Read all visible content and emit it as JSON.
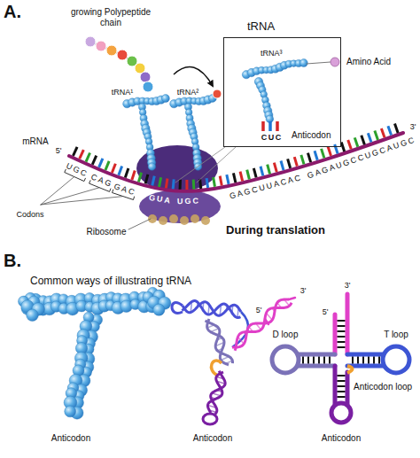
{
  "diagram": {
    "nodes": [
      {
        "text": [
          "tRNA",
          "tRNA³",
          "C",
          "U",
          "C",
          "Anticodon"
        ]
      }
    ],
    "labels": [
      "A.",
      "growing Polypeptide chain",
      "tRNA¹",
      "tRNA²",
      "Amino Acid",
      "mRNA",
      "5'",
      "3'",
      "UGC",
      "CAG",
      "GAC",
      "GUA",
      "UGC",
      "GAGCUUACAC",
      "GAGAUGCCUGCAUGC",
      "Codons",
      "Ribosome",
      "During translation",
      "B.",
      "Common ways of illustrating tRNA",
      "Anticodon",
      "5'",
      "3'",
      "Anticodon",
      "3'",
      "5'",
      "D loop",
      "T loop",
      "Anticodon loop",
      "Anticodon"
    ]
  }
}
